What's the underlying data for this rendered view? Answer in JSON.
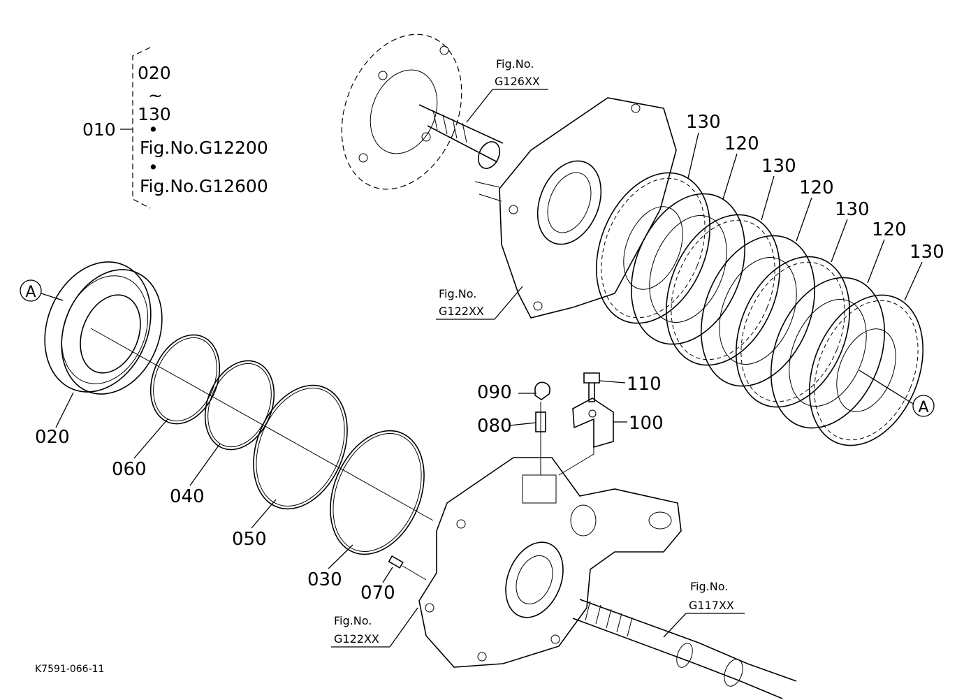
{
  "legend": {
    "main_part": "010",
    "lines": [
      "020",
      "~",
      "130",
      "•",
      "Fig.No.G12200",
      "•",
      "Fig.No.G12600"
    ]
  },
  "parts": {
    "p020": "020",
    "p030": "030",
    "p040": "040",
    "p050": "050",
    "p060": "060",
    "p070": "070",
    "p080": "080",
    "p090": "090",
    "p100": "100",
    "p110": "110",
    "p120a": "120",
    "p120b": "120",
    "p120c": "120",
    "p130a": "130",
    "p130b": "130",
    "p130c": "130",
    "p130d": "130"
  },
  "markers": {
    "left": "A",
    "right": "A"
  },
  "figrefs": {
    "g126": {
      "line1": "Fig.No.",
      "line2": "G126XX"
    },
    "g122_top": {
      "line1": "Fig.No.",
      "line2": "G122XX"
    },
    "g122_bottom": {
      "line1": "Fig.No.",
      "line2": "G122XX"
    },
    "g117": {
      "line1": "Fig.No.",
      "line2": "G117XX"
    }
  },
  "drawing_code": "K7591-066-11"
}
